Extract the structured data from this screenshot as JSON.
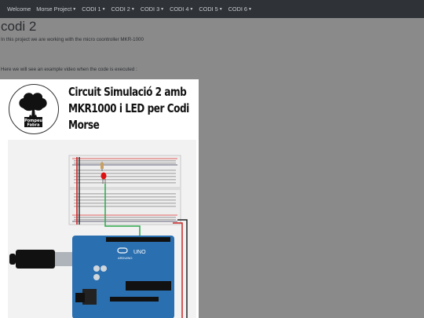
{
  "nav": {
    "items": [
      {
        "label": "Welcome",
        "dropdown": false
      },
      {
        "label": "Morse Project",
        "dropdown": true
      },
      {
        "label": "CODI 1",
        "dropdown": true
      },
      {
        "label": "CODI 2",
        "dropdown": true
      },
      {
        "label": "CODI 3",
        "dropdown": true
      },
      {
        "label": "CODI 4",
        "dropdown": true
      },
      {
        "label": "CODI 5",
        "dropdown": true
      },
      {
        "label": "CODI 6",
        "dropdown": true
      }
    ]
  },
  "page": {
    "title": "codi 2",
    "intro": "In this project we are working with the micro coontroller MKR-1000",
    "video_caption": "Here we will see an example video when the code is executed :"
  },
  "video": {
    "title": "Circuit Simulació 2 amb MKR1000 i LED per Codi Morse",
    "logo_text": "Pompeu Fabra",
    "board_label": "UNO",
    "board_brand": "ARDUINO"
  },
  "colors": {
    "navbar": "#2f3338",
    "background": "#8a8a8a",
    "board": "#2a6fb0"
  }
}
